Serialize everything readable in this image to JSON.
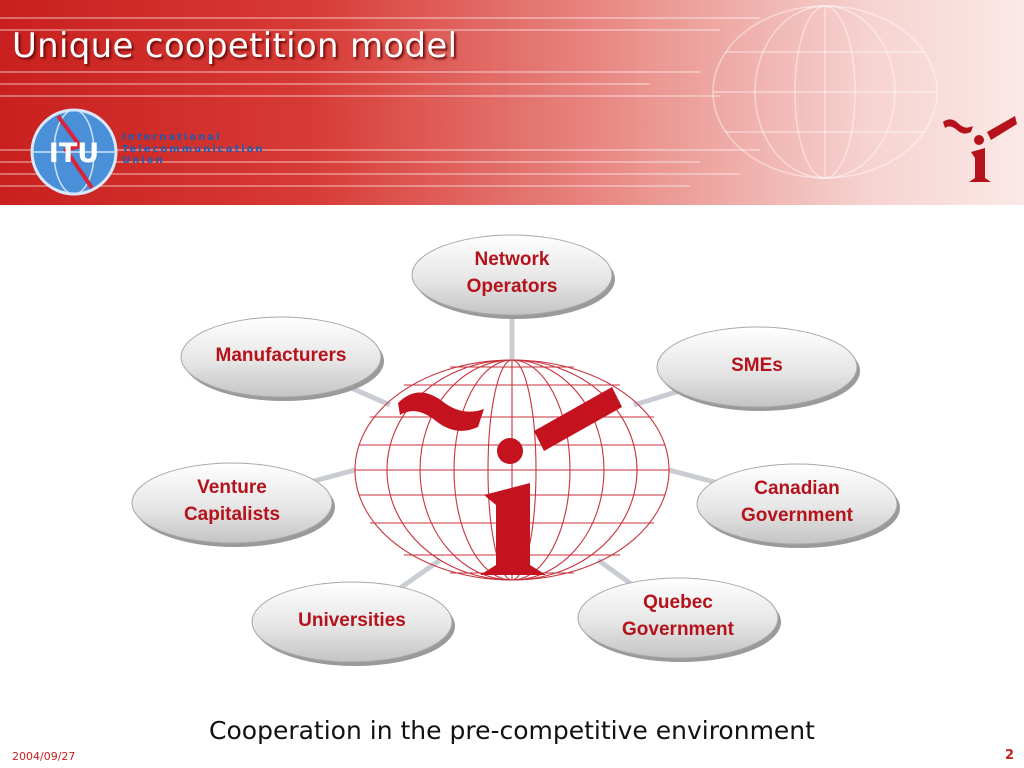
{
  "slide": {
    "title": "Unique coopetition model",
    "caption": "Cooperation in the pre-competitive environment",
    "date": "2004/09/27",
    "page_number": "2"
  },
  "logo": {
    "abbr": "ITU",
    "lines": [
      "International",
      "Telecommunication",
      "Union"
    ]
  },
  "colors": {
    "banner_red": "#c8201e",
    "node_text": "#b5121b",
    "globe_line": "#c8323c",
    "logo_blue": "#1f5bb3"
  },
  "center": {
    "icon": "globe-i-logo-icon"
  },
  "nodes": [
    {
      "id": "network-operators",
      "lines": [
        "Network",
        "Operators"
      ]
    },
    {
      "id": "manufacturers",
      "lines": [
        "Manufacturers"
      ]
    },
    {
      "id": "smes",
      "lines": [
        "SMEs"
      ]
    },
    {
      "id": "venture-capitalists",
      "lines": [
        "Venture",
        "Capitalists"
      ]
    },
    {
      "id": "canadian-government",
      "lines": [
        "Canadian",
        "Government"
      ]
    },
    {
      "id": "universities",
      "lines": [
        "Universities"
      ]
    },
    {
      "id": "quebec-government",
      "lines": [
        "Quebec",
        "Government"
      ]
    }
  ]
}
